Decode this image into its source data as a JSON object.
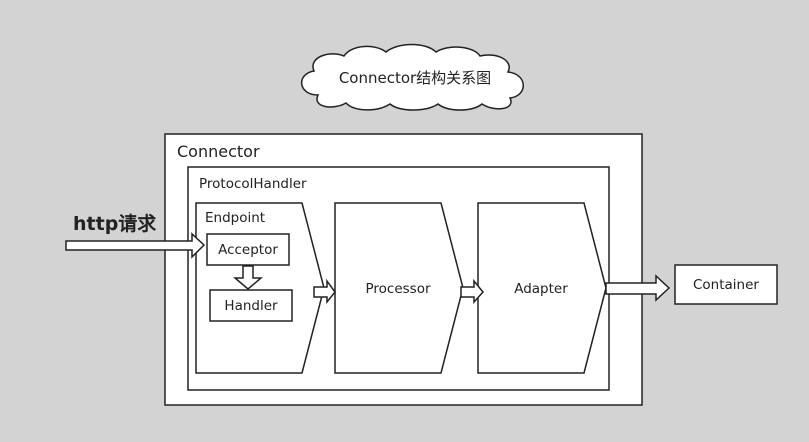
{
  "diagram": {
    "title": "Connector结构关系图",
    "input_label": "http请求",
    "connector_label": "Connector",
    "protocol_handler_label": "ProtocolHandler",
    "endpoint_label": "Endpoint",
    "acceptor_label": "Acceptor",
    "handler_label": "Handler",
    "processor_label": "Processor",
    "adapter_label": "Adapter",
    "container_label": "Container"
  },
  "colors": {
    "background": "#d3d3d3",
    "box_fill": "#ffffff",
    "stroke": "#222222"
  }
}
